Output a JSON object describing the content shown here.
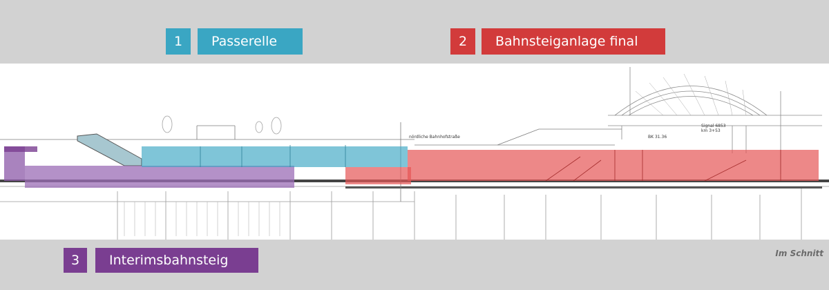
{
  "legend": [
    {
      "number": "1",
      "label": "Passerelle",
      "color": "#3aa6c3"
    },
    {
      "number": "2",
      "label": "Bahnsteiganlage final",
      "color": "#d23b3b"
    },
    {
      "number": "3",
      "label": "Interimsbahnsteig",
      "color": "#7a3e91"
    }
  ],
  "caption": "Im Schnitt",
  "drawing": {
    "street_label": "nördliche Bahnhofstraße",
    "annotations": [
      "Signal 6853",
      "km 3+53",
      "BK 31.36"
    ]
  }
}
